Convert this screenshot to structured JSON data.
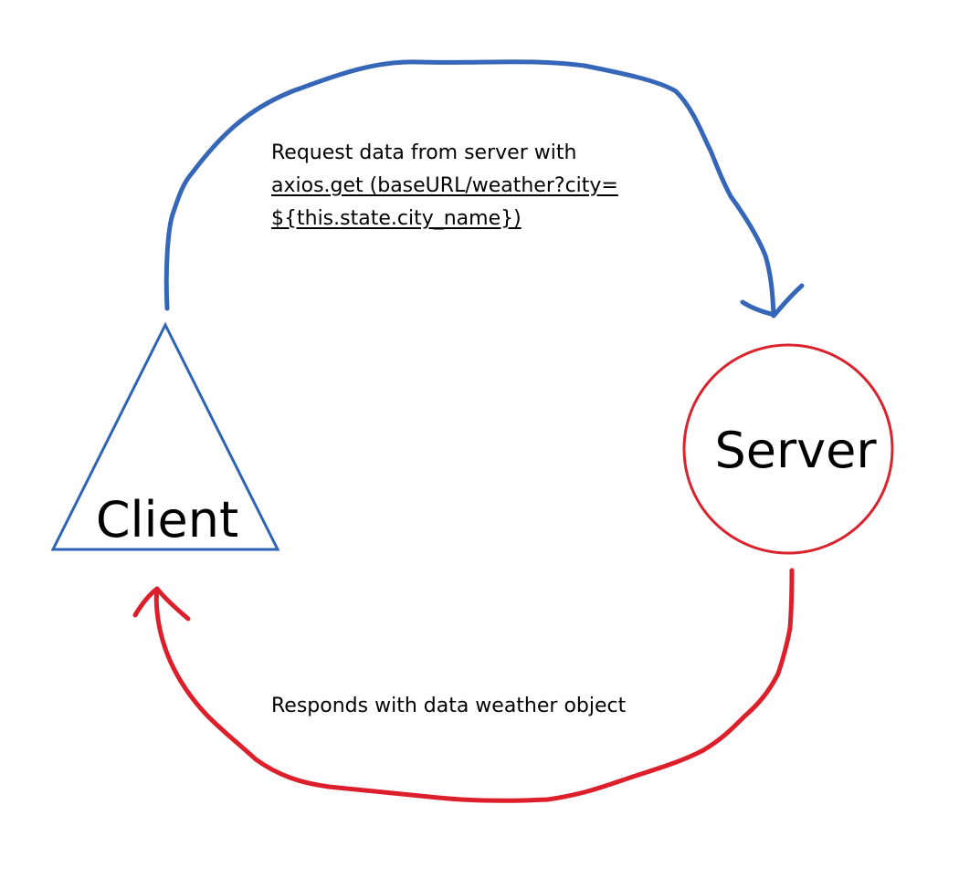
{
  "nodes": {
    "client": {
      "label": "Client",
      "shape": "triangle",
      "color": "#2e64b8"
    },
    "server": {
      "label": "Server",
      "shape": "circle",
      "color": "#d9232d"
    }
  },
  "edges": {
    "request": {
      "from": "Client",
      "to": "Server",
      "color": "#3566b7",
      "lines": [
        "Request data from server with",
        "axios.get (baseURL/weather?city=",
        "${this.state.city_name})"
      ]
    },
    "response": {
      "from": "Server",
      "to": "Client",
      "color": "#dd1f2b",
      "text": "Responds with data weather object"
    }
  }
}
